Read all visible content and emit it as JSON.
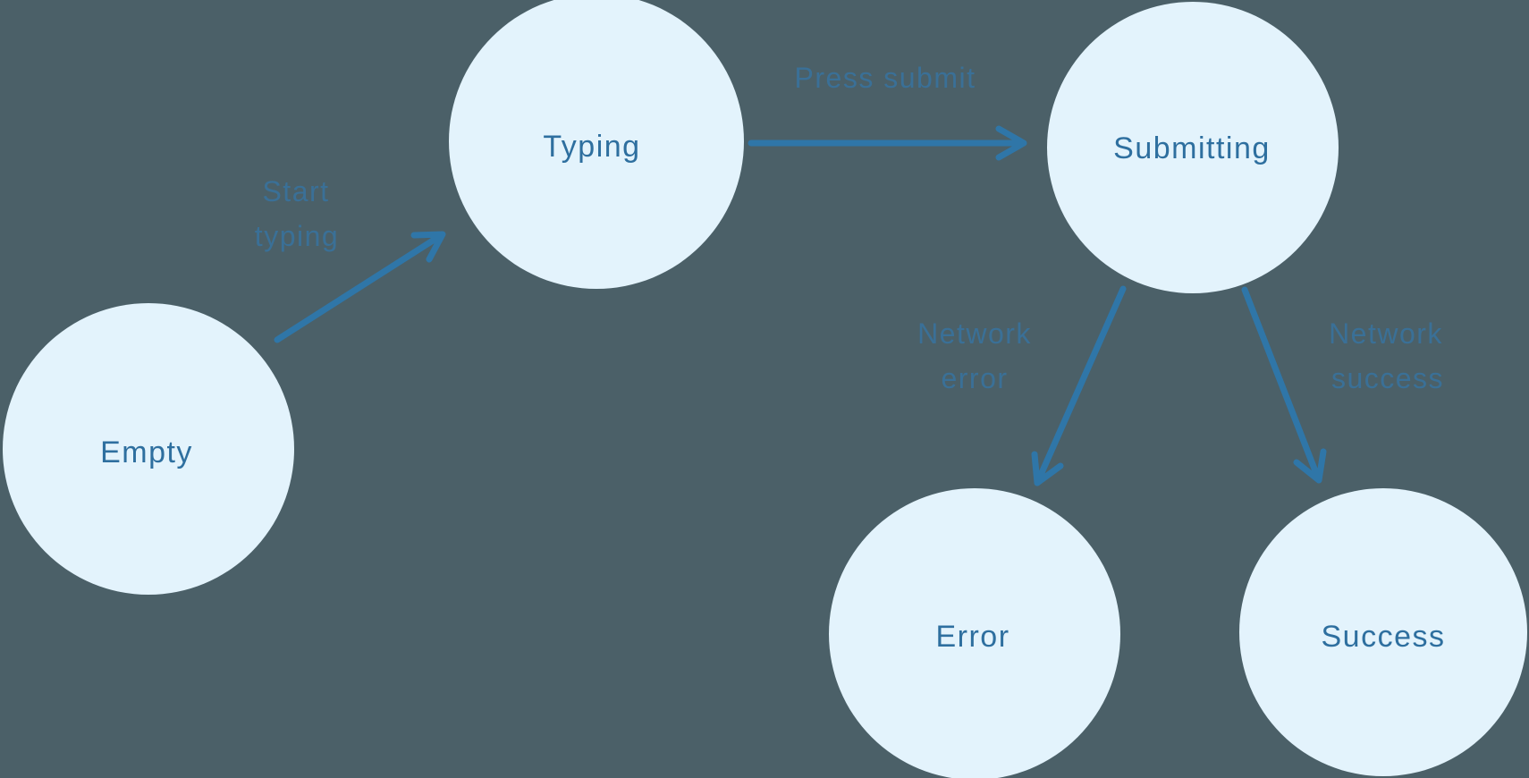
{
  "diagram": {
    "type": "state-machine",
    "colors": {
      "background": "#4B6068",
      "node_fill": "#E3F3FC",
      "node_text": "#2E6F9F",
      "arrow": "#2F76A8",
      "label_text": "#3A7097"
    },
    "states": [
      {
        "id": "empty",
        "label": "Empty"
      },
      {
        "id": "typing",
        "label": "Typing"
      },
      {
        "id": "submitting",
        "label": "Submitting"
      },
      {
        "id": "error",
        "label": "Error"
      },
      {
        "id": "success",
        "label": "Success"
      }
    ],
    "transitions": [
      {
        "from": "Empty",
        "to": "Typing",
        "label": "Start typing",
        "lines": [
          "Start",
          "typing"
        ]
      },
      {
        "from": "Typing",
        "to": "Submitting",
        "label": "Press submit",
        "lines": [
          "Press submit"
        ]
      },
      {
        "from": "Submitting",
        "to": "Error",
        "label": "Network error",
        "lines": [
          "Network",
          "error"
        ]
      },
      {
        "from": "Submitting",
        "to": "Success",
        "label": "Network success",
        "lines": [
          "Network",
          "success"
        ]
      }
    ]
  }
}
